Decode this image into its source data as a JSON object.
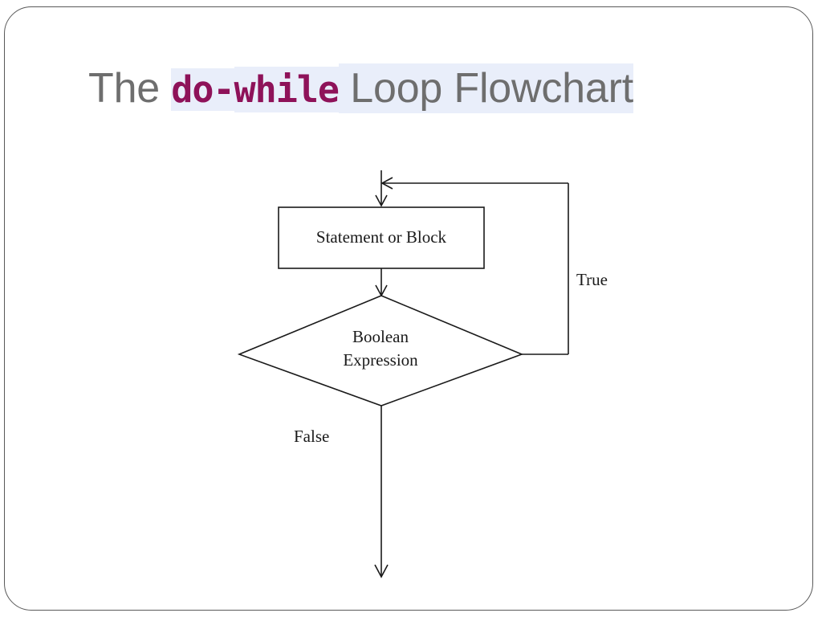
{
  "slide": {
    "frame_color": "#595959",
    "background": "#ffffff"
  },
  "title": {
    "full_text": "The do-while Loop Flowchart",
    "segments": [
      {
        "text": "The ",
        "style": "plain",
        "highlight": false
      },
      {
        "text": "do-",
        "style": "code",
        "highlight": true
      },
      {
        "text": "while",
        "style": "code",
        "highlight": true
      },
      {
        "text": " Loop Flowchart",
        "style": "plain",
        "highlight": true
      }
    ],
    "plain_color": "#6e6e6e",
    "code_color": "#8e1259",
    "highlight_color": "#e9eefa"
  },
  "flowchart": {
    "type": "do-while-loop",
    "process_label": "Statement or Block",
    "decision_label_line1": "Boolean",
    "decision_label_line2": "Expression",
    "decision_label": "Boolean Expression",
    "branch_true_label": "True",
    "branch_false_label": "False",
    "stroke_color": "#1a1a1a",
    "shape_fill": "#ffffff"
  }
}
